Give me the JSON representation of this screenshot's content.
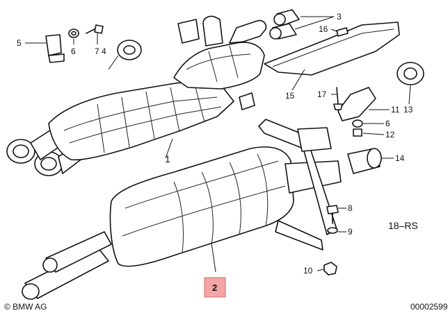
{
  "callouts": {
    "c1": "1",
    "c2": "2",
    "c3": "3",
    "c4": "4",
    "c5": "5",
    "c6a": "6",
    "c6b": "6",
    "c7": "7",
    "c8": "8",
    "c9": "9",
    "c10": "10",
    "c11": "11",
    "c12": "12",
    "c13": "13",
    "c14": "14",
    "c15": "15",
    "c16": "16",
    "c17": "17"
  },
  "highlighted_callout": "2",
  "highlight_color": "#f4a6a6",
  "group_code": "18–RS",
  "copyright": "© BMW AG",
  "diagram_number": "00002599"
}
